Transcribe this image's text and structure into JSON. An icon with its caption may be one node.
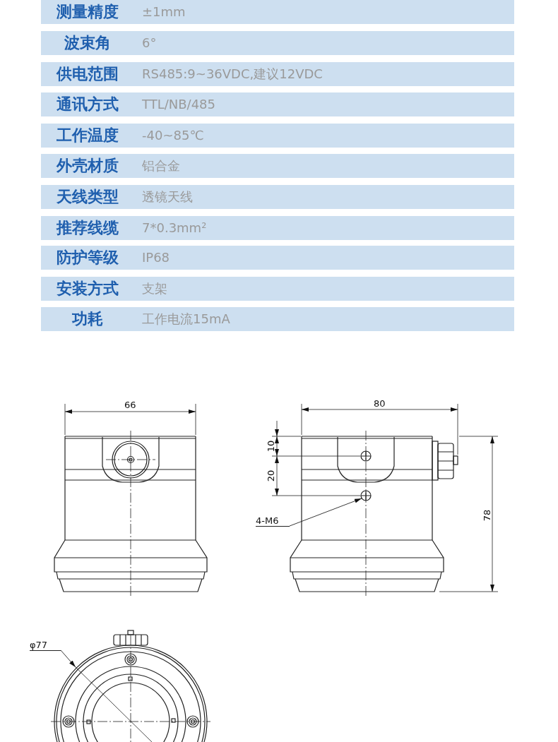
{
  "diagram": {
    "nodes": [
      {
        "text": [
          "4-M6"
        ]
      },
      {
        "text": [
          "φ77"
        ]
      },
      {
        "text": [],
        "shape": "circle"
      },
      {
        "text": [],
        "shape": "circle"
      }
    ],
    "edges": [
      {
        "from": 0,
        "to": 2,
        "arrow": "to"
      },
      {
        "from": 1,
        "to": 3,
        "arrow": "to"
      }
    ],
    "labels": [
      "测量精度",
      "±1mm",
      "波束角",
      "6°",
      "供电范围",
      "RS485:9~36VDC,建议12VDC",
      "通讯方式",
      "TTL/NB/485",
      "工作温度",
      "-40~85℃",
      "外壳材质",
      "铝合金",
      "天线类型",
      "透镜天线",
      "推荐线缆",
      "7*0.3mm²",
      "防护等级",
      "IP68",
      "安装方式",
      "支架",
      "功耗",
      "工作电流15mA",
      "66",
      "80",
      "10",
      "20",
      "78"
    ]
  }
}
